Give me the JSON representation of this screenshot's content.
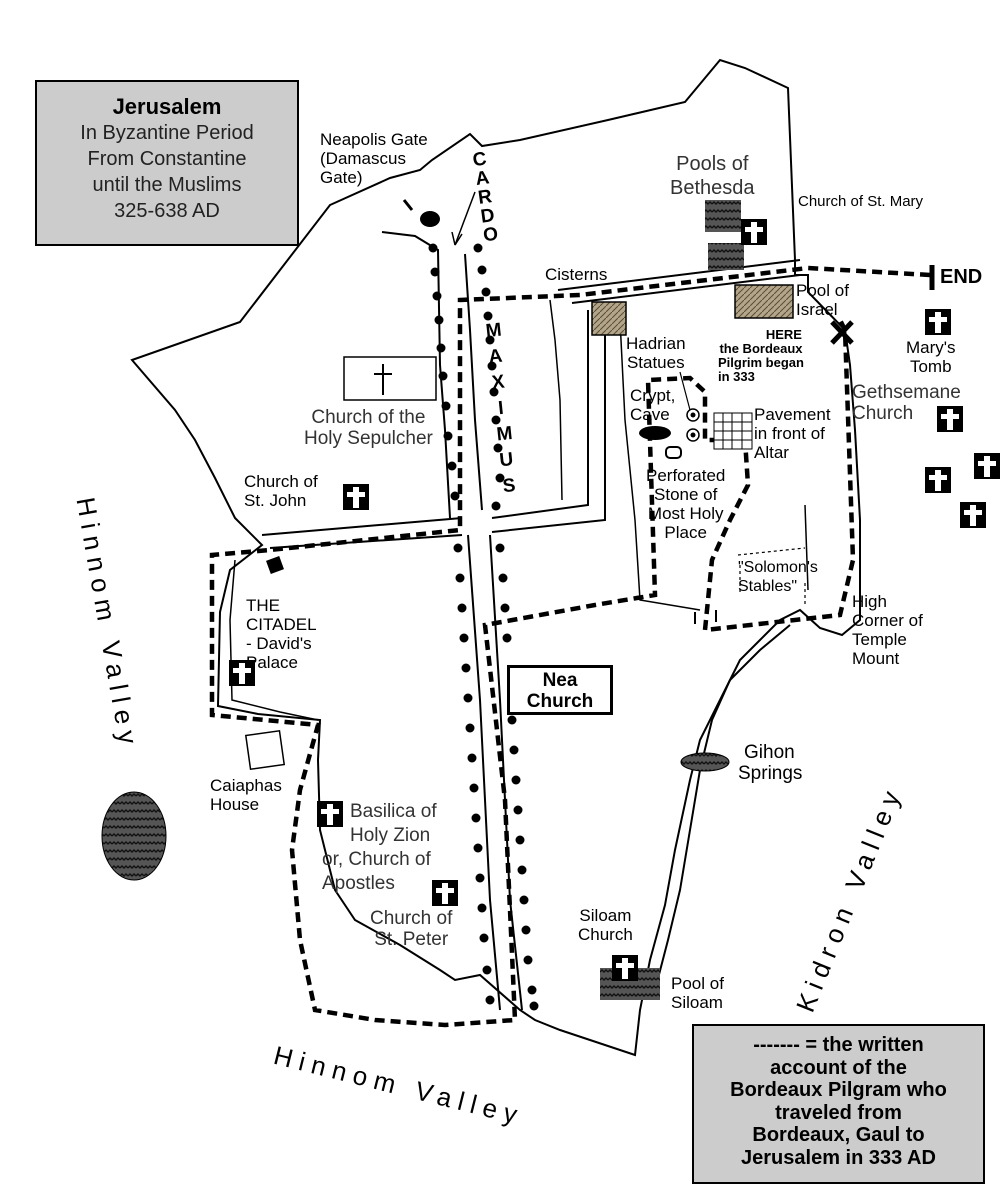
{
  "title": {
    "heading": "Jerusalem",
    "lines": [
      "In Byzantine Period",
      "From Constantine",
      "until the Muslims",
      "325-638 AD"
    ]
  },
  "legend": {
    "lines": [
      "------- = the written",
      "account of the",
      "Bordeaux Pilgram who",
      "traveled from",
      "Bordeaux, Gaul to",
      "Jerusalem in 333 AD"
    ]
  },
  "labels": {
    "neapolis_gate": [
      "Neapolis Gate",
      "(Damascus",
      "Gate)"
    ],
    "cardo": "CARDO",
    "maximus": "MAXIMUS",
    "pools_bethesda": [
      "Pools of",
      "Bethesda"
    ],
    "church_st_mary": "Church of St. Mary",
    "cisterns": "Cisterns",
    "end": "END",
    "pool_israel": [
      "Pool of",
      "Israel"
    ],
    "here_pilgrim": [
      "HERE",
      "the Bordeaux",
      "Pilgrim began",
      "in 333"
    ],
    "marys_tomb": [
      "Mary's",
      "Tomb"
    ],
    "gethsemane": [
      "Gethsemane",
      "Church"
    ],
    "hadrian_statues": [
      "Hadrian",
      "Statues"
    ],
    "crypt_cave": [
      "Crypt,",
      "Cave"
    ],
    "pavement": [
      "Pavement",
      "in front of",
      "Altar"
    ],
    "perforated_stone": [
      "Perforated",
      "Stone of",
      "Most Holy",
      "Place"
    ],
    "solomons_stables": [
      "\"Solomon's",
      "Stables\""
    ],
    "high_corner": [
      "High",
      "Corner of",
      "Temple",
      "Mount"
    ],
    "church_holy_sepulcher": [
      "Church of the",
      "Holy Sepulcher"
    ],
    "church_st_john": [
      "Church of",
      "St. John"
    ],
    "citadel": [
      "THE",
      "CITADEL",
      "- David's",
      "Palace"
    ],
    "nea_church": [
      "Nea",
      "Church"
    ],
    "gihon_springs": [
      "Gihon",
      "Springs"
    ],
    "caiaphas_house": [
      "Caiaphas",
      "House"
    ],
    "basilica_zion": [
      "Basilica of",
      "Holy Zion",
      "or, Church of",
      "Apostles"
    ],
    "church_st_peter": [
      "Church of",
      "St. Peter"
    ],
    "siloam_church": [
      "Siloam",
      "Church"
    ],
    "pool_siloam": [
      "Pool of",
      "Siloam"
    ],
    "hinnom_valley_west": "Hinnom Valley",
    "hinnom_valley_south": "Hinnom Valley",
    "kidron_valley": "Kidron Valley"
  },
  "colors": {
    "legend_bg": "#cccccc",
    "title_bg": "#cccccc",
    "ink": "#000000",
    "pool_hatch": "#444444",
    "cistern_fill": "#a89a80"
  },
  "icons": [
    "church-cross-icon",
    "cross-icon",
    "x-mark-icon",
    "water-hatch-icon"
  ]
}
